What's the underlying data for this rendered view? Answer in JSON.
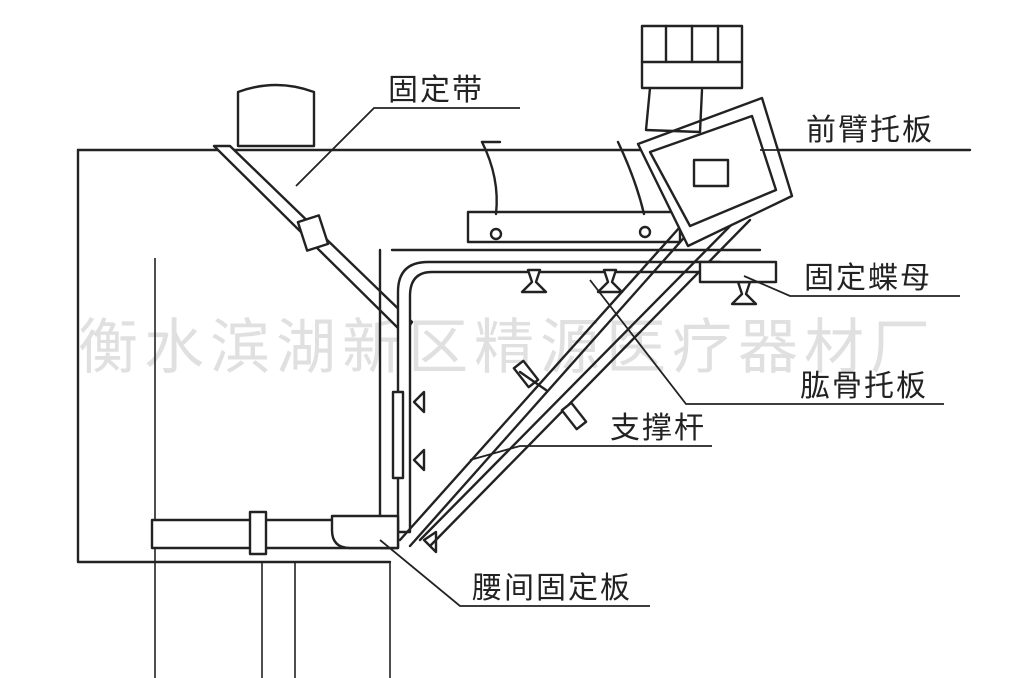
{
  "colors": {
    "ink": "#222222",
    "paper": "#ffffff",
    "watermark": "#c8c8c8"
  },
  "labels": {
    "fixing_strap": "固定带",
    "forearm_plate": "前臂托板",
    "fixing_wing_nut": "固定蝶母",
    "humerus_plate": "肱骨托板",
    "support_rod": "支撑杆",
    "waist_fixing_plate": "腰间固定板"
  },
  "watermark": "衡水滨湖新区精源医疗器材厂"
}
